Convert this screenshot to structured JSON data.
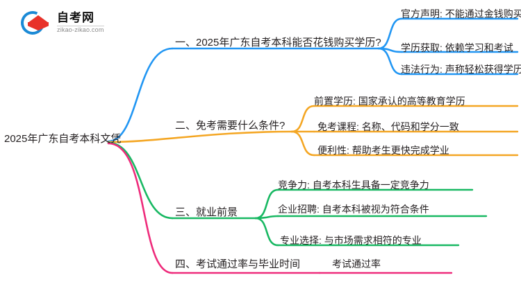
{
  "logo": {
    "name": "zikao-logo",
    "title": "自考网",
    "url": "zikao-zikao.com",
    "mark_colors": {
      "ring": "#1b8ad6",
      "cap": "#e8322a"
    }
  },
  "mindmap": {
    "root": {
      "label": "2025年广东自考本科文凭"
    },
    "branches": [
      {
        "label": "一、2025年广东自考本科能否花钱购买学历?",
        "color": "#2196f3",
        "leaves": [
          {
            "label": "官方声明: 不能通过金钱购买"
          },
          {
            "label": "学历获取: 依赖学习和考试"
          },
          {
            "label": "违法行为: 声称轻松获得学历"
          }
        ]
      },
      {
        "label": "二、免考需要什么条件?",
        "color": "#f4a623",
        "leaves": [
          {
            "label": "前置学历: 国家承认的高等教育学历"
          },
          {
            "label": "免考课程: 名称、代码和学分一致"
          },
          {
            "label": "便利性: 帮助考生更快完成学业"
          }
        ]
      },
      {
        "label": "三、就业前景",
        "color": "#18b862",
        "leaves": [
          {
            "label": "竞争力: 自考本科生具备一定竞争力"
          },
          {
            "label": "企业招聘: 自考本科被视为符合条件"
          },
          {
            "label": "专业选择: 与市场需求相符的专业"
          }
        ]
      },
      {
        "label": "四、考试通过率与毕业时间",
        "color": "#ee2b7b",
        "leaves": [
          {
            "label": "考试通过率"
          }
        ]
      }
    ]
  }
}
